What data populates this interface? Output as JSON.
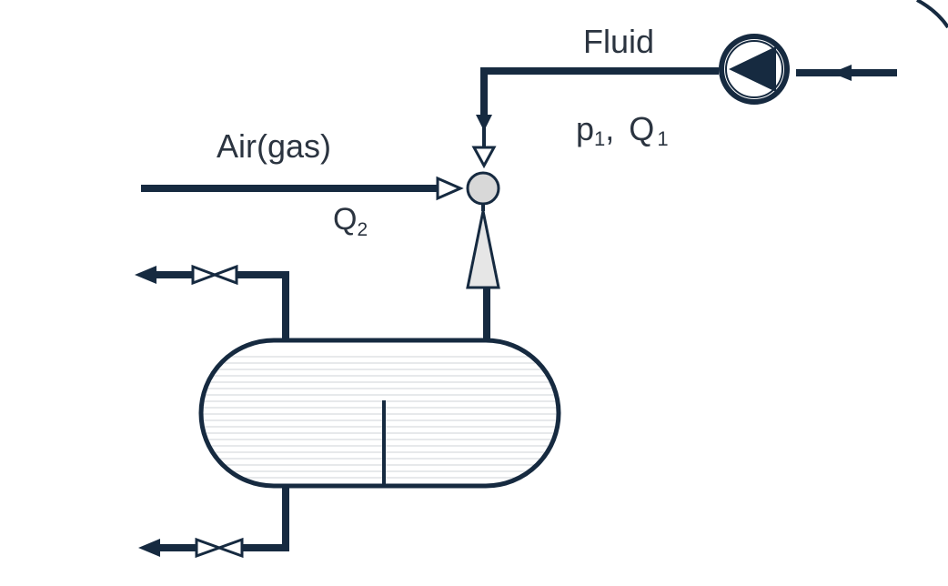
{
  "labels": {
    "fluid": "Fluid",
    "air_gas": "Air(gas)",
    "p1_base": "p",
    "p1_sub": "1",
    "separator": ", ",
    "q1_base": "Q",
    "q1_sub": "1",
    "q2_base": "Q",
    "q2_sub": "2"
  },
  "colors": {
    "line": "#162a40",
    "text": "#2b3440",
    "fill_light": "#e6e6e6",
    "liquid_lines": "#cfd3d7"
  }
}
